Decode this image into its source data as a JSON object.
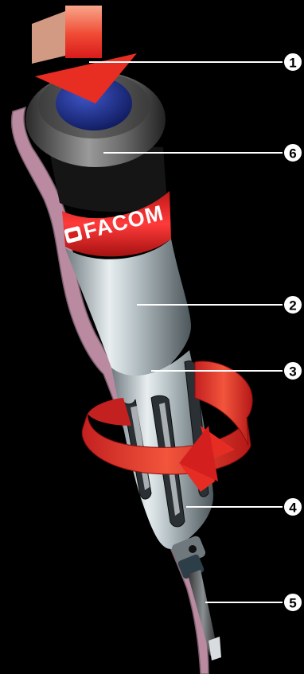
{
  "brand": {
    "name": "FACOM"
  },
  "colors": {
    "background": "#000000",
    "brand_red": "#e02a2a",
    "arrow_red": "#f0342e",
    "shadow_pink": "#b98aa0",
    "button_blue": "#1d2f8a"
  },
  "callouts": [
    {
      "label": "1",
      "target": "push-button"
    },
    {
      "label": "6",
      "target": "cap"
    },
    {
      "label": "2",
      "target": "handle"
    },
    {
      "label": "3",
      "target": "handle-neck"
    },
    {
      "label": "4",
      "target": "grip-flutes"
    },
    {
      "label": "5",
      "target": "bit"
    }
  ],
  "icons": {
    "push": "push-down-arrow-icon",
    "rotate": "rotation-arrow-icon"
  }
}
